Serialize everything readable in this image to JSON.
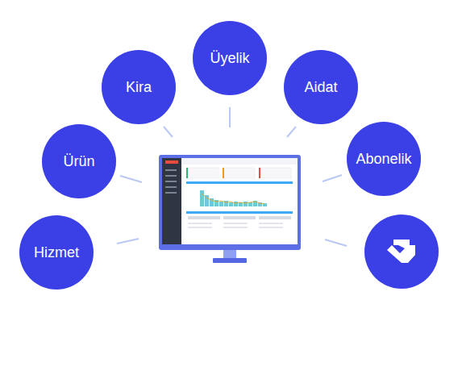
{
  "diagram": {
    "nodes": [
      {
        "text": [
          "Üyelik"
        ]
      },
      {
        "text": [
          "Kira"
        ]
      },
      {
        "text": [
          "Aidat"
        ]
      },
      {
        "text": [
          "Ürün"
        ]
      },
      {
        "text": [
          "Abonelik"
        ]
      },
      {
        "text": [
          "Hizmet"
        ]
      }
    ]
  }
}
